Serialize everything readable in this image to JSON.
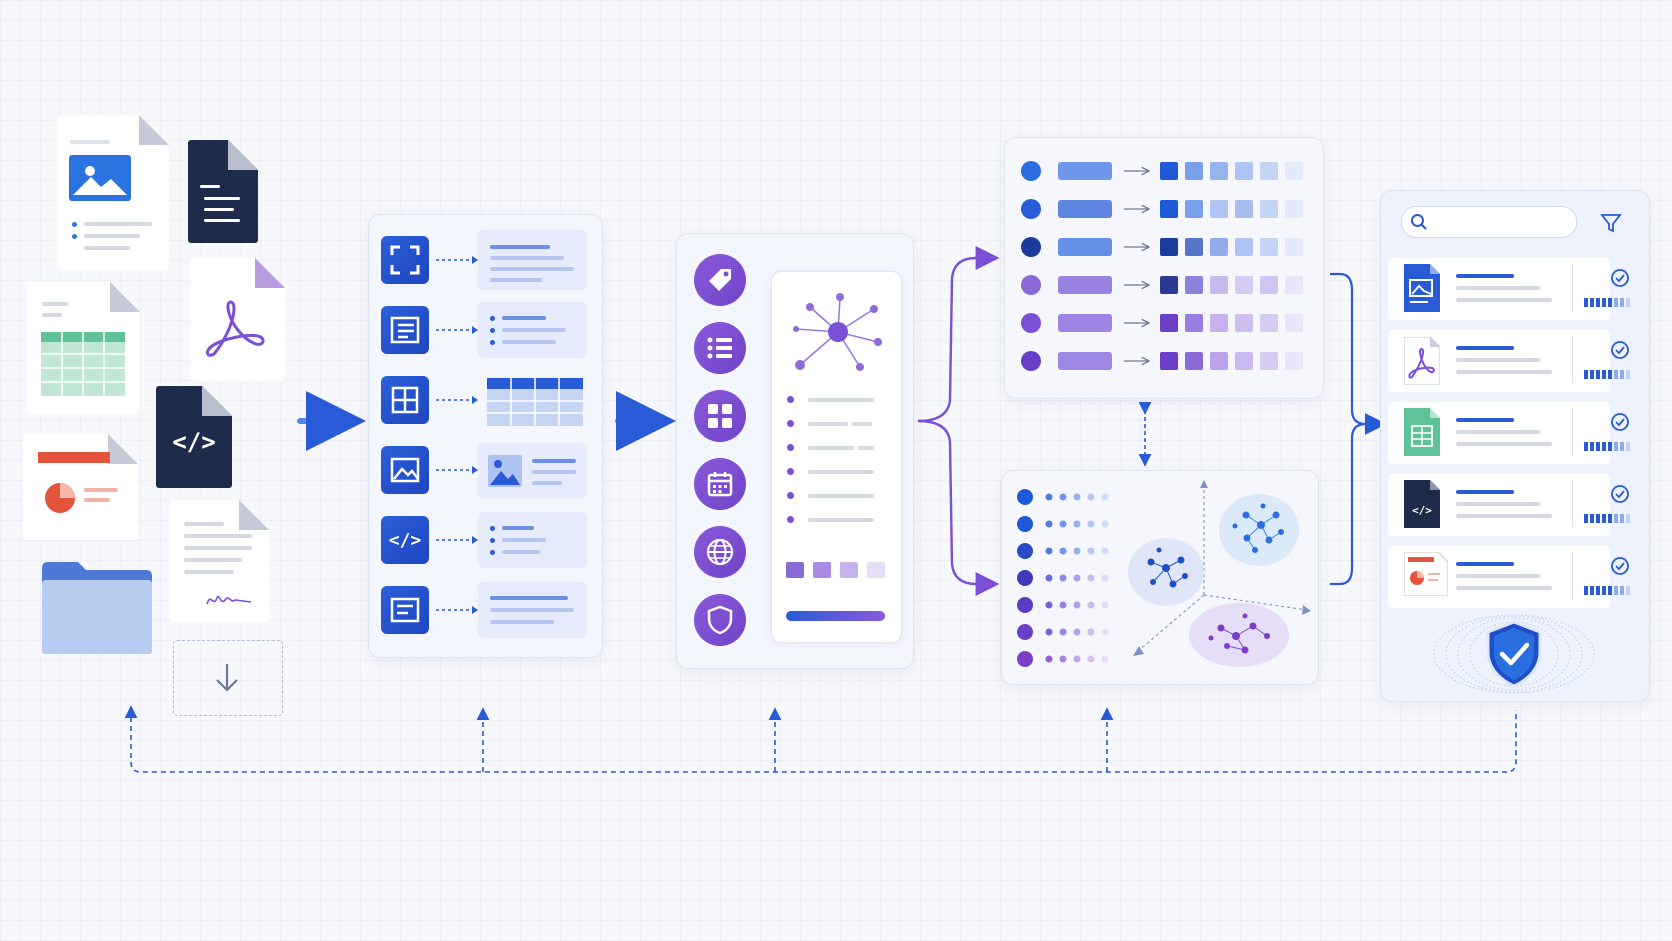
{
  "colors": {
    "primary_blue": "#1f4fd1",
    "accent_purple": "#7b4fd6",
    "panel_bg": "#f4f6fe",
    "connector_blue": "#2a5bd7"
  },
  "stages": [
    {
      "name": "source-documents",
      "icons": [
        "image-doc-icon",
        "text-doc-icon",
        "pdf-doc-icon",
        "spreadsheet-doc-icon",
        "code-doc-icon",
        "presentation-doc-icon",
        "signed-doc-icon",
        "folder-icon",
        "download-icon"
      ]
    },
    {
      "name": "extraction",
      "icons": [
        "scan-icon",
        "form-icon",
        "table-icon",
        "image-icon",
        "code-icon",
        "text-block-icon"
      ]
    },
    {
      "name": "enrichment",
      "icons": [
        "tag-icon",
        "list-icon",
        "category-icon",
        "calendar-icon",
        "globe-icon",
        "shield-icon",
        "network-icon"
      ]
    },
    {
      "name": "indexing",
      "icons": [
        "vector-rows",
        "embedding-cluster-plot"
      ]
    },
    {
      "name": "search-results",
      "icons": [
        "search-icon",
        "filter-icon",
        "verified-shield-icon"
      ]
    }
  ],
  "results": [
    {
      "icon": "image-doc-icon",
      "status": "check-icon"
    },
    {
      "icon": "pdf-doc-icon",
      "status": "check-icon"
    },
    {
      "icon": "spreadsheet-doc-icon",
      "status": "check-icon"
    },
    {
      "icon": "code-doc-icon",
      "status": "check-icon"
    },
    {
      "icon": "presentation-doc-icon",
      "status": "check-icon"
    }
  ]
}
